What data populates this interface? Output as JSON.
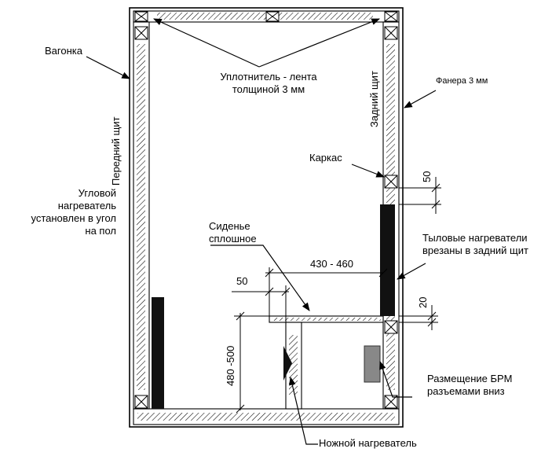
{
  "labels": {
    "vagonka": "Вагонка",
    "uplotnitel_1": "Уплотнитель - лента",
    "uplotnitel_2": "толщиной 3 мм",
    "fanera": "Фанера 3 мм",
    "zadniy_shchit": "Задний щит",
    "peredniy_shchit": "Передний щит",
    "karkas": "Каркас",
    "uglovoy_1": "Угловой",
    "uglovoy_2": "нагреватель",
    "uglovoy_3": "установлен в угол",
    "uglovoy_4": "на пол",
    "sidenye_1": "Сиденье",
    "sidenye_2": "сплошное",
    "tylovye_1": "Тыловые нагреватели",
    "tylovye_2": "врезаны в задний щит",
    "razmeshchenie_1": "Размещение БРМ",
    "razmeshchenie_2": "разъемами вниз",
    "nozhnoy": "Ножной нагреватель"
  },
  "dimensions": {
    "dim_50_top": "50",
    "dim_430_460": "430 - 460",
    "dim_50_seat": "50",
    "dim_20": "20",
    "dim_480_500": "480 -500"
  }
}
